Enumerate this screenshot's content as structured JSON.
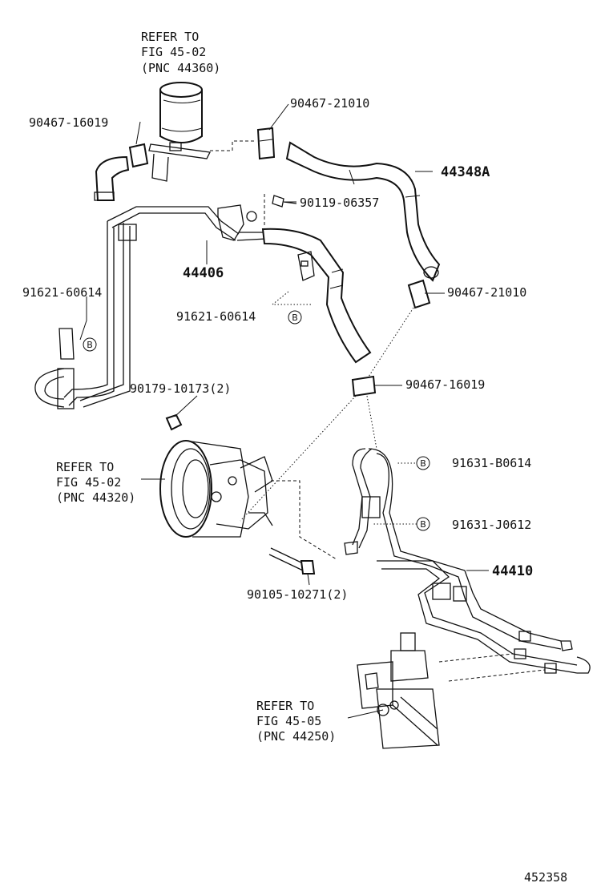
{
  "labels": {
    "refer_reservoir": [
      "REFER TO",
      "FIG 45-02",
      "(PNC 44360)"
    ],
    "clip_top_left": "90467-16019",
    "clip_top_right": "90467-21010",
    "hose_return": "44348A",
    "bolt_top": "90119-06357",
    "pipe_pressure": "44406",
    "clamp_left": "91621-60614",
    "clamp_mid": "91621-60614",
    "clip_mid_right": "90467-21010",
    "clip_lower": "90467-16019",
    "nut": "90179-10173(2)",
    "refer_pump": [
      "REFER TO",
      "FIG 45-02",
      "(PNC 44320)"
    ],
    "clamp_b0614": "91631-B0614",
    "clamp_j0612": "91631-J0612",
    "tube_assy": "44410",
    "bolt_pump": "90105-10271(2)",
    "refer_gear": [
      "REFER TO",
      "FIG 45-05",
      "(PNC 44250)"
    ],
    "diagram_number": "452358",
    "marker_b": "B"
  }
}
